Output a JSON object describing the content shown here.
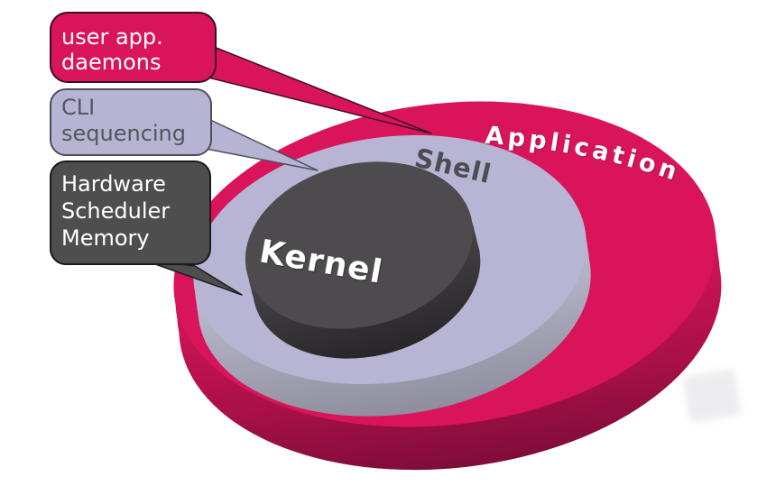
{
  "colors": {
    "background": "#ffffff",
    "app_top": "#d9145b",
    "app_side_light": "#cb1255",
    "app_side_mid": "#a81047",
    "app_side_dark": "#7c0c39",
    "shell_top": "#b7b5d3",
    "shell_side_light": "#bdbccf",
    "shell_side_dark": "#8d8c9c",
    "kernel_top": "#4d4b4d",
    "kernel_side_light": "#454345",
    "kernel_side_dark": "#262427",
    "app_label_color": "#ffffff",
    "shell_label_color": "#4d4c52",
    "kernel_label_color": "#ffffff",
    "smudge": "#ebebee"
  },
  "layers": {
    "application": {
      "label": "Application"
    },
    "shell": {
      "label": "Shell"
    },
    "kernel": {
      "label": "Kernel"
    }
  },
  "callouts": {
    "user_apps": {
      "lines": [
        "user app.",
        "daemons"
      ],
      "fill": "#d9145b",
      "border": "#3a0e24",
      "text_color": "#ffffff",
      "points_to": "Application"
    },
    "cli": {
      "lines": [
        "CLI",
        "sequencing"
      ],
      "fill": "#b6b4d2",
      "border": "#4e4d60",
      "text_color": "#56545c",
      "points_to": "Shell"
    },
    "hardware": {
      "lines": [
        "Hardware",
        "Scheduler",
        "Memory"
      ],
      "fill": "#4e4e4e",
      "border": "#1b1b1b",
      "text_color": "#ffffff",
      "points_to": "Kernel"
    }
  }
}
